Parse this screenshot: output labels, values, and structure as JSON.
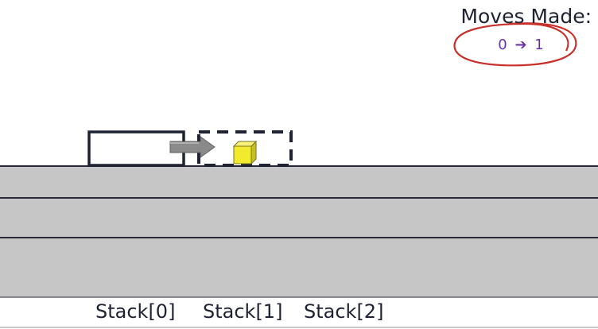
{
  "moves": {
    "title": "Moves Made:",
    "from": "0",
    "to": "1",
    "arrow": "➔"
  },
  "stacks": [
    {
      "label": "Stack[0]",
      "state": "empty"
    },
    {
      "label": "Stack[1]",
      "state": "receiving-block"
    },
    {
      "label": "Stack[2]",
      "state": "empty"
    }
  ],
  "colors": {
    "table": "#c6c6c6",
    "divider": "#2a2a36",
    "block": "#f2ea2c",
    "arrow": "#8a8a8a",
    "annotation": "#c8302b",
    "record_text": "#6a34a8"
  }
}
